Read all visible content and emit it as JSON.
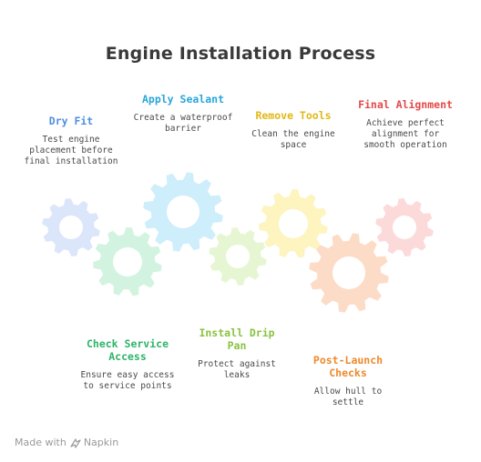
{
  "title": "Engine Installation Process",
  "steps": [
    {
      "title": "Dry Fit",
      "description": "Test engine placement before final installation",
      "color": "#4f8fe0"
    },
    {
      "title": "Check Service Access",
      "description": "Ensure easy access to service points",
      "color": "#2fb36a"
    },
    {
      "title": "Apply Sealant",
      "description": "Create a waterproof barrier",
      "color": "#2aa6d8"
    },
    {
      "title": "Install Drip Pan",
      "description": "Protect against leaks",
      "color": "#88c23f"
    },
    {
      "title": "Remove Tools",
      "description": "Clean the engine space",
      "color": "#e0b814"
    },
    {
      "title": "Post-Launch Checks",
      "description": "Allow hull to settle",
      "color": "#ee8a2c"
    },
    {
      "title": "Final Alignment",
      "description": "Achieve perfect alignment for smooth operation",
      "color": "#e54848"
    }
  ],
  "gear_colors": [
    "#dbe6fb",
    "#d3f3e1",
    "#cdeefa",
    "#e6f6d3",
    "#fdf4bf",
    "#fddcc7",
    "#fcdada"
  ],
  "footer": {
    "made_with": "Made with",
    "brand": "Napkin"
  }
}
